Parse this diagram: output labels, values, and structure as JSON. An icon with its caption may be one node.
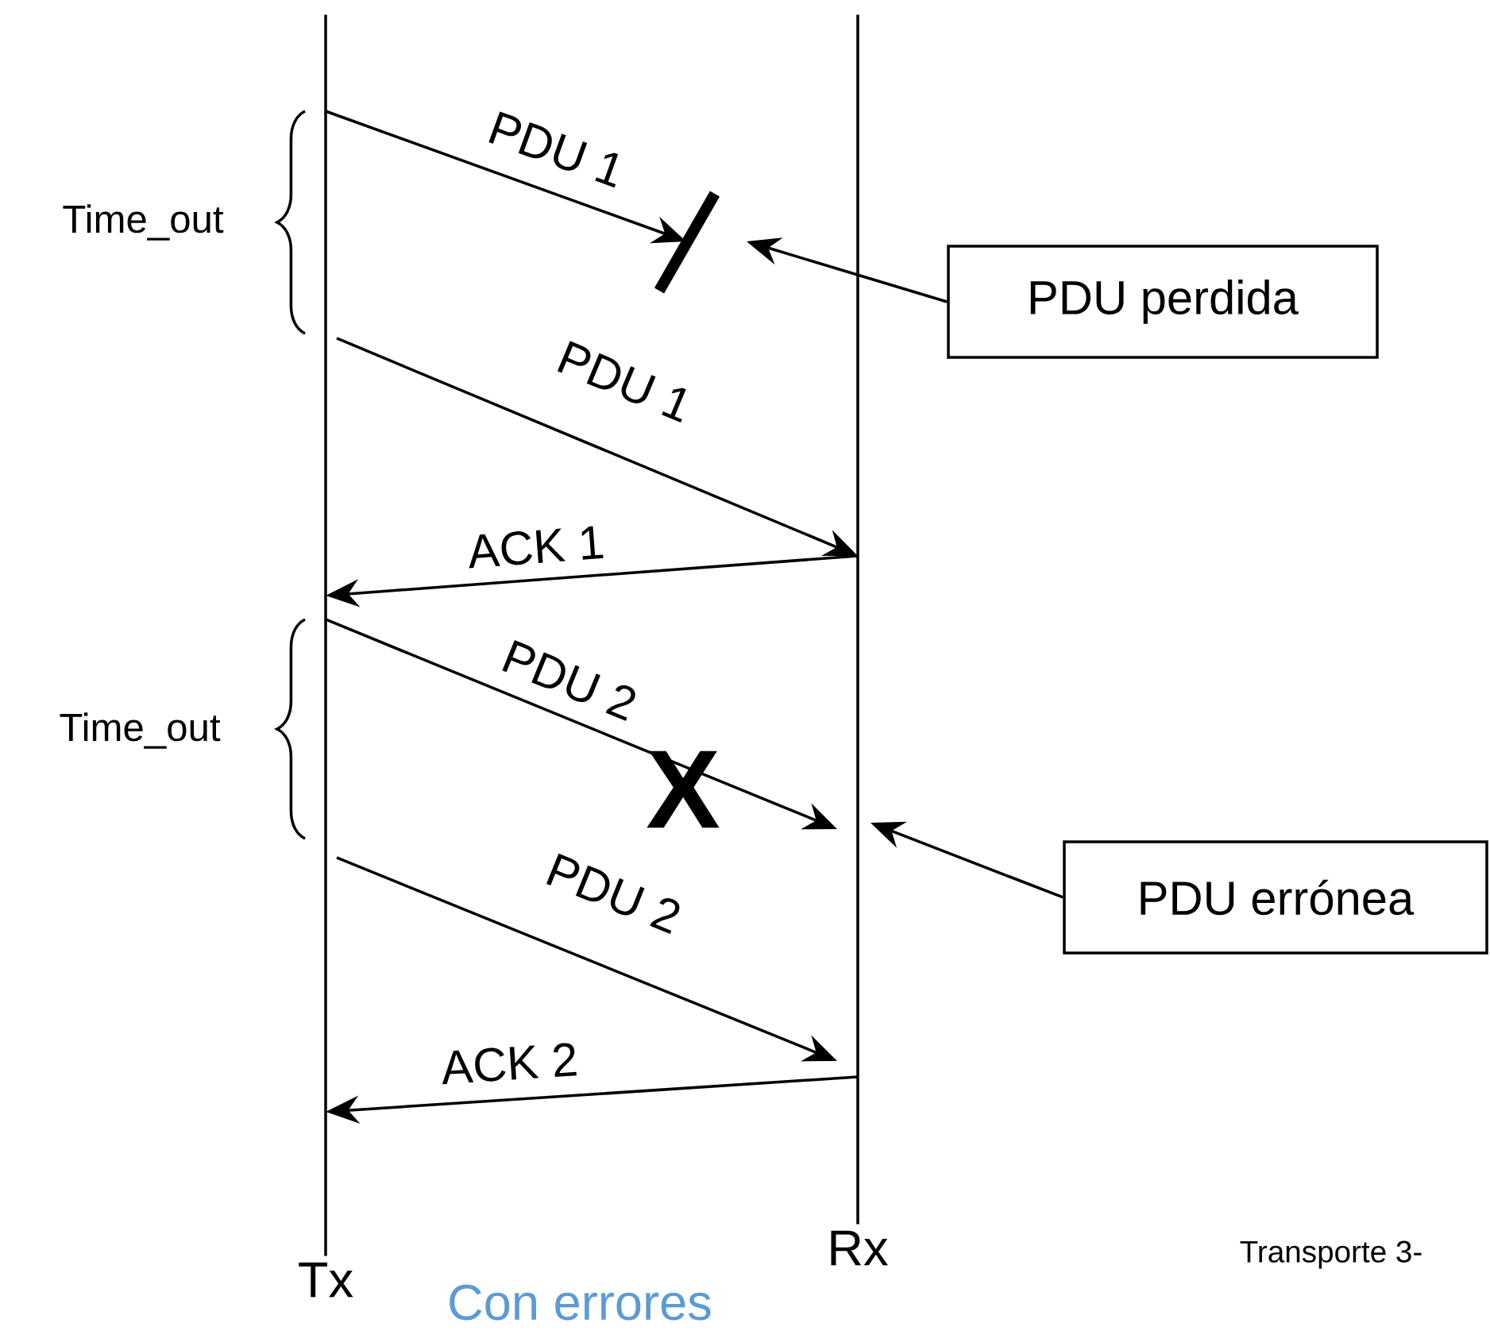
{
  "diagram": {
    "nodes": [
      {
        "text": [
          "Tx"
        ]
      },
      {
        "text": [
          "Rx"
        ]
      },
      {
        "text": [],
        "shape": "bar"
      },
      {
        "text": [
          "PDU perdida"
        ]
      },
      {
        "text": [
          "PDU errónea"
        ]
      }
    ],
    "edges": [
      {
        "from": 0,
        "to": 2,
        "arrow": "to",
        "label": "PDU 1"
      },
      {
        "from": 0,
        "to": 1,
        "arrow": "to",
        "label": "PDU 1"
      },
      {
        "from": 1,
        "to": 0,
        "arrow": "to",
        "label": "ACK  1"
      },
      {
        "from": 0,
        "to": 1,
        "arrow": "to",
        "label": "PDU 2"
      },
      {
        "from": 0,
        "to": 1,
        "arrow": "to",
        "label": "PDU 2"
      },
      {
        "from": 1,
        "to": 0,
        "arrow": "to",
        "label": "ACK 2"
      },
      {
        "from": 3,
        "to": 2,
        "arrow": "to"
      },
      {
        "from": 4,
        "to": 1,
        "arrow": "to"
      }
    ],
    "labels": [
      "Time_out",
      "Time_out",
      "X",
      "Transporte 3-",
      "Con errores"
    ]
  }
}
